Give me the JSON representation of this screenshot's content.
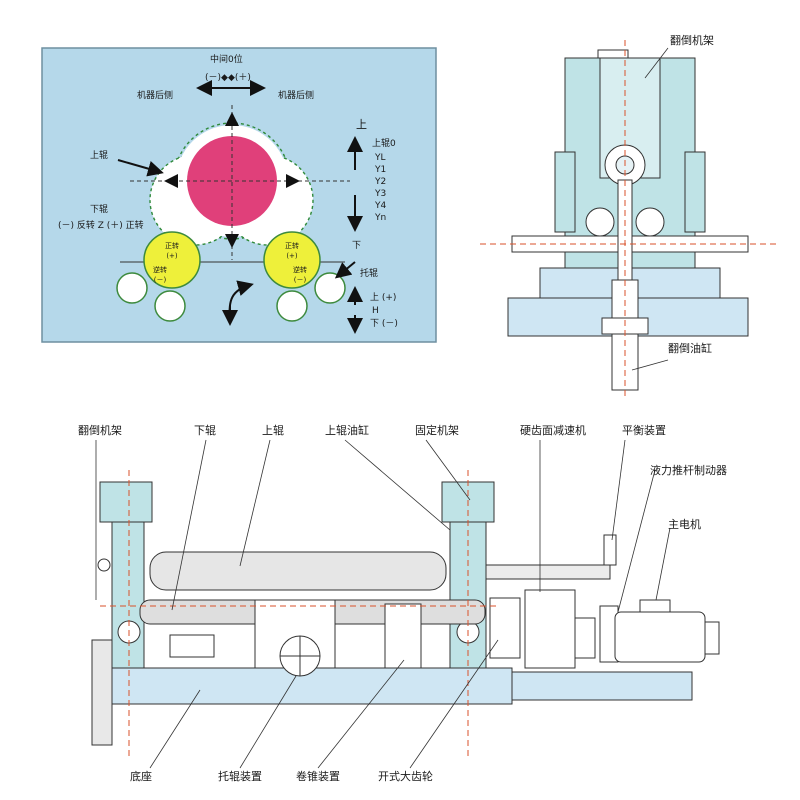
{
  "colors": {
    "panel_bg": "#b5d8ea",
    "frame_fill": "#bfe3e6",
    "base_fill": "#cfe6f3",
    "upper_roll": "#e0407a",
    "lower_roll": "#eef03a",
    "outline": "#333333",
    "dash": "#d9522b"
  },
  "roll_diagram": {
    "center_zero": "中间0位",
    "minus_marks": "(－)◆◆(＋)",
    "machine_rear_left": "机器后侧",
    "machine_rear_right": "机器后侧",
    "up": "上",
    "upper_roll_zero": "上辊0",
    "y_axes": [
      "YL",
      "Y1",
      "Y2",
      "Y3",
      "Y4",
      "Yn"
    ],
    "upper_roll": "上辊",
    "lower_roll": "下辊",
    "rotate_line": "(－) 反转 Z (＋) 正转",
    "forward_plus": "正转\n(+)",
    "reverse_minus": "逆转\n(－)",
    "down": "下",
    "support_roll": "托辊",
    "h_up": "上 (+)",
    "h": "H",
    "h_down": "下 (－)"
  },
  "side_view": {
    "tilt_frame": "翻倒机架",
    "tilt_cylinder": "翻倒油缸"
  },
  "front_view": {
    "labels": {
      "tilt_frame": "翻倒机架",
      "lower_roll": "下辊",
      "upper_roll": "上辊",
      "upper_roll_cylinder": "上辊油缸",
      "fixed_frame": "固定机架",
      "gear_reducer": "硬齿面减速机",
      "balance_device": "平衡装置",
      "hydraulic_brake": "液力推杆制动器",
      "main_motor": "主电机",
      "base": "底座",
      "support_roll_device": "托辊装置",
      "cone_device": "卷锥装置",
      "open_gear": "开式大齿轮"
    }
  }
}
